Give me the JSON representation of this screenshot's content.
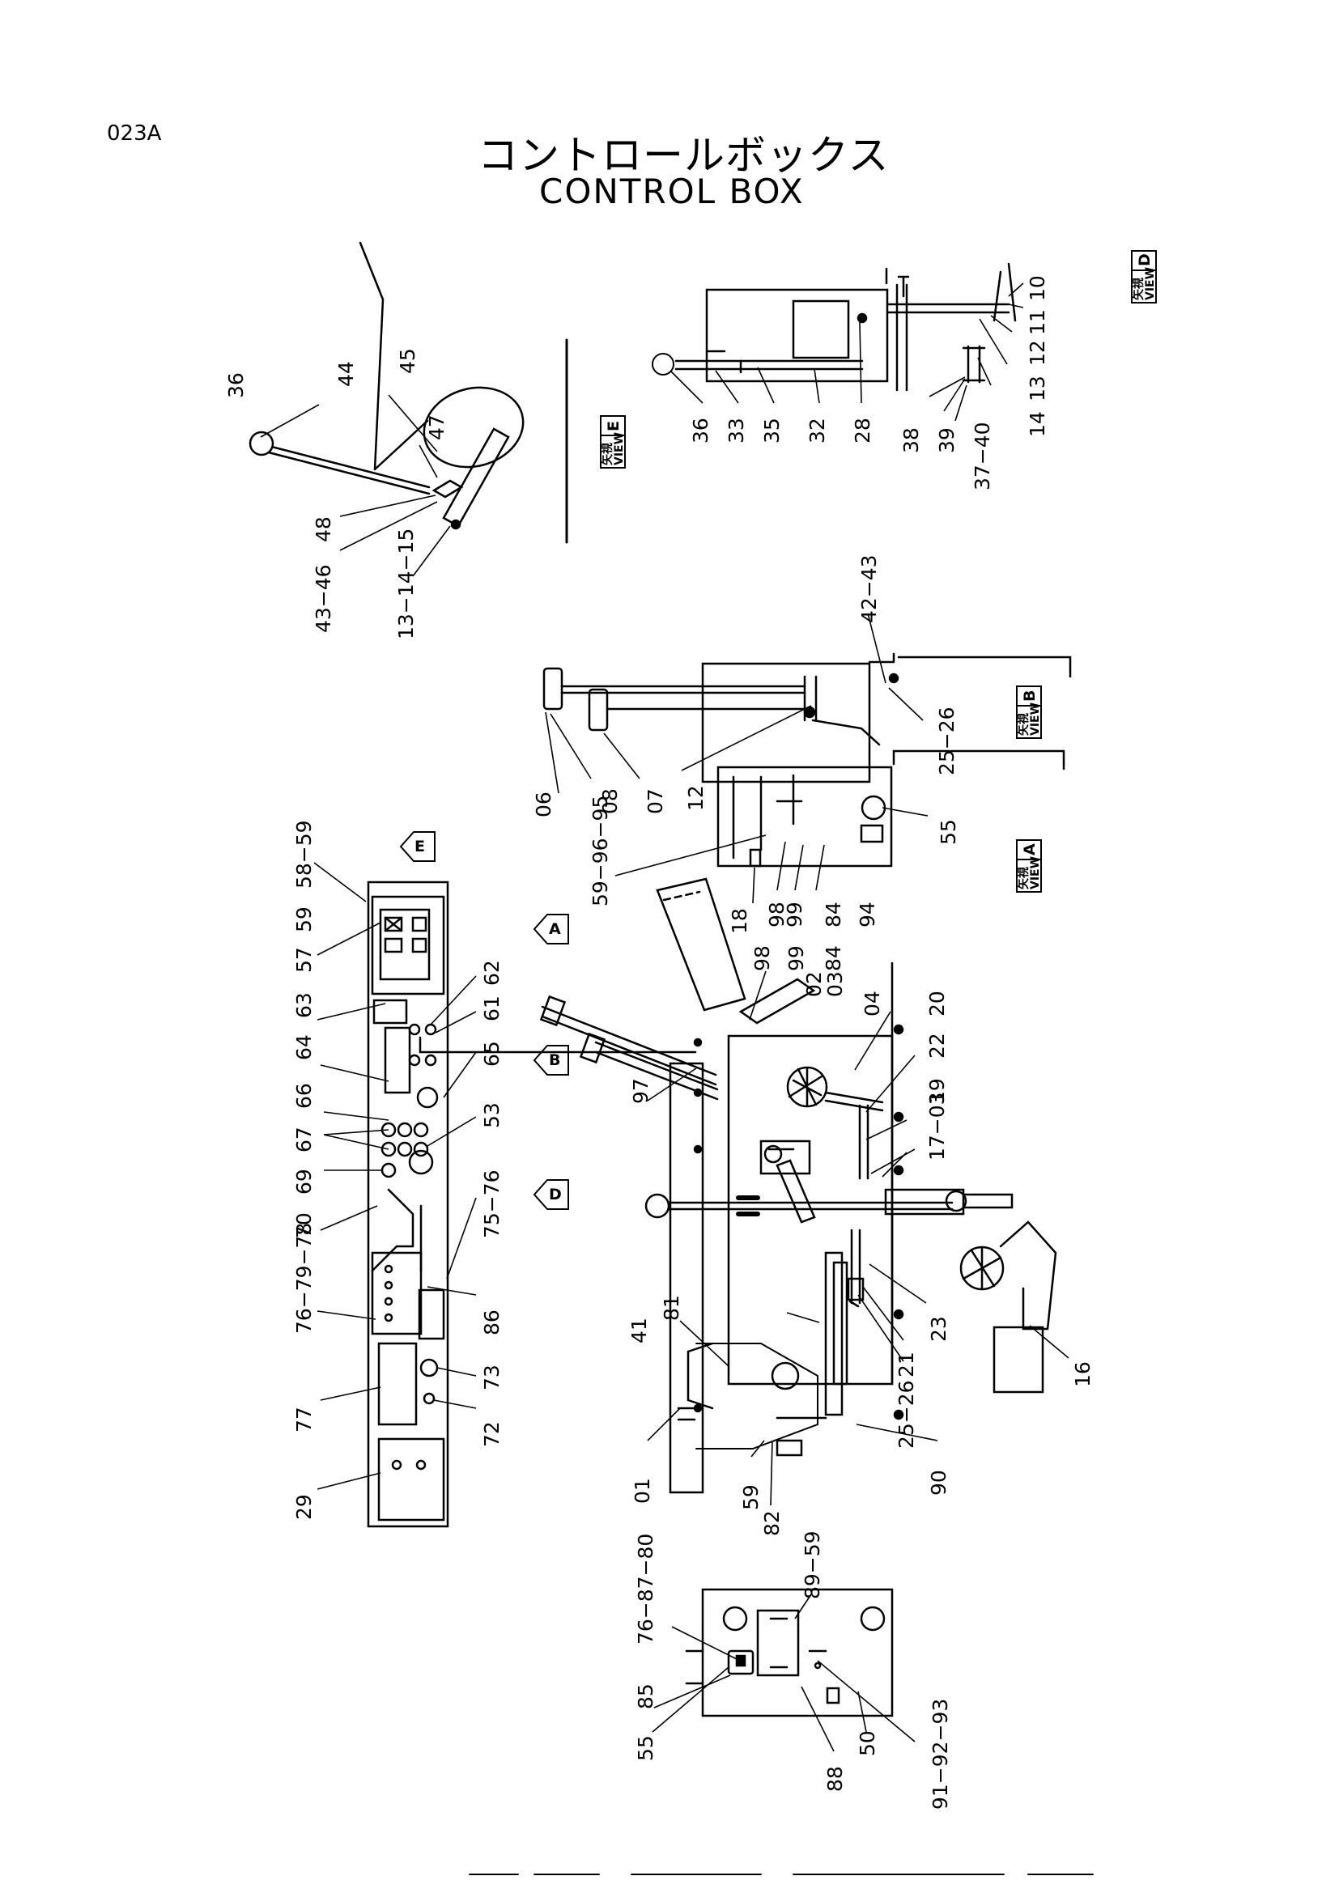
{
  "page_code": "023A",
  "title_jp": "コントロールボックス",
  "title_en": "CONTROL BOX",
  "view_label": {
    "top": "矢視",
    "bottom": "VIEW"
  },
  "views": [
    {
      "id": "view-d",
      "letter": "D"
    },
    {
      "id": "view-e",
      "letter": "E"
    },
    {
      "id": "view-b",
      "letter": "B"
    },
    {
      "id": "view-a",
      "letter": "A"
    }
  ],
  "direction_arrows": [
    "E",
    "A",
    "B",
    "D"
  ],
  "labels": {
    "view_d": [
      "10",
      "11",
      "12",
      "13",
      "14",
      "37−40",
      "39",
      "38",
      "28",
      "32",
      "35",
      "33",
      "36"
    ],
    "view_e": [
      "36",
      "44",
      "45",
      "47",
      "48",
      "43−46",
      "13−14−15"
    ],
    "view_b": [
      "42−43",
      "25−26",
      "12",
      "07",
      "08",
      "06"
    ],
    "view_a": [
      "55",
      "59−96−95",
      "18",
      "98",
      "99",
      "84",
      "94"
    ],
    "main": [
      "98",
      "99",
      "84",
      "02",
      "03",
      "04",
      "20",
      "22",
      "19",
      "17−03",
      "97",
      "16",
      "23",
      "21",
      "25−26",
      "90",
      "82",
      "59",
      "81",
      "41",
      "01"
    ],
    "panel": [
      "58−59",
      "59",
      "57",
      "63",
      "64",
      "66",
      "67",
      "69",
      "70",
      "76−79−78",
      "77",
      "29",
      "62",
      "61",
      "65",
      "53",
      "75−76",
      "86",
      "73",
      "72"
    ],
    "bottom": [
      "76−87−80",
      "89−59",
      "85",
      "55",
      "88",
      "50",
      "91−92−93"
    ]
  }
}
